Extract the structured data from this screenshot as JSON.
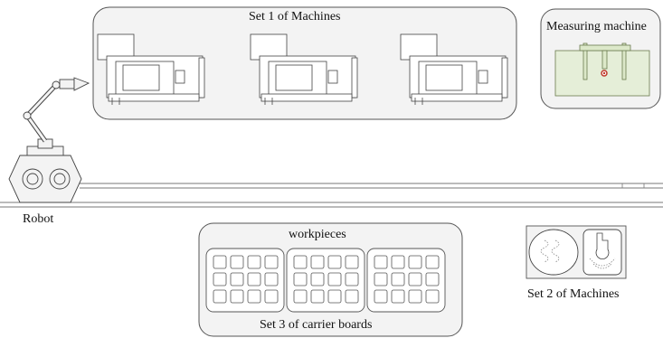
{
  "labels": {
    "set1": "Set 1 of Machines",
    "measuring": "Measuring machine",
    "robot": "Robot",
    "workpieces": "workpieces",
    "set3": "Set 3 of carrier boards",
    "set2": "Set 2 of Machines"
  },
  "colors": {
    "panel_fill": "#f3f3f3",
    "stroke": "#555555",
    "measure_bed": "#e5eed8",
    "measure_stroke": "#6b7a4e",
    "probe_dot": "#c0392b"
  },
  "icons": {
    "robot": "robot-arm-icon",
    "machine": "cnc-machine-icon",
    "measuring": "measuring-machine-icon",
    "carrier": "carrier-board-icon",
    "set2_left": "spiral-machine-icon",
    "set2_right": "drill-machine-icon"
  }
}
